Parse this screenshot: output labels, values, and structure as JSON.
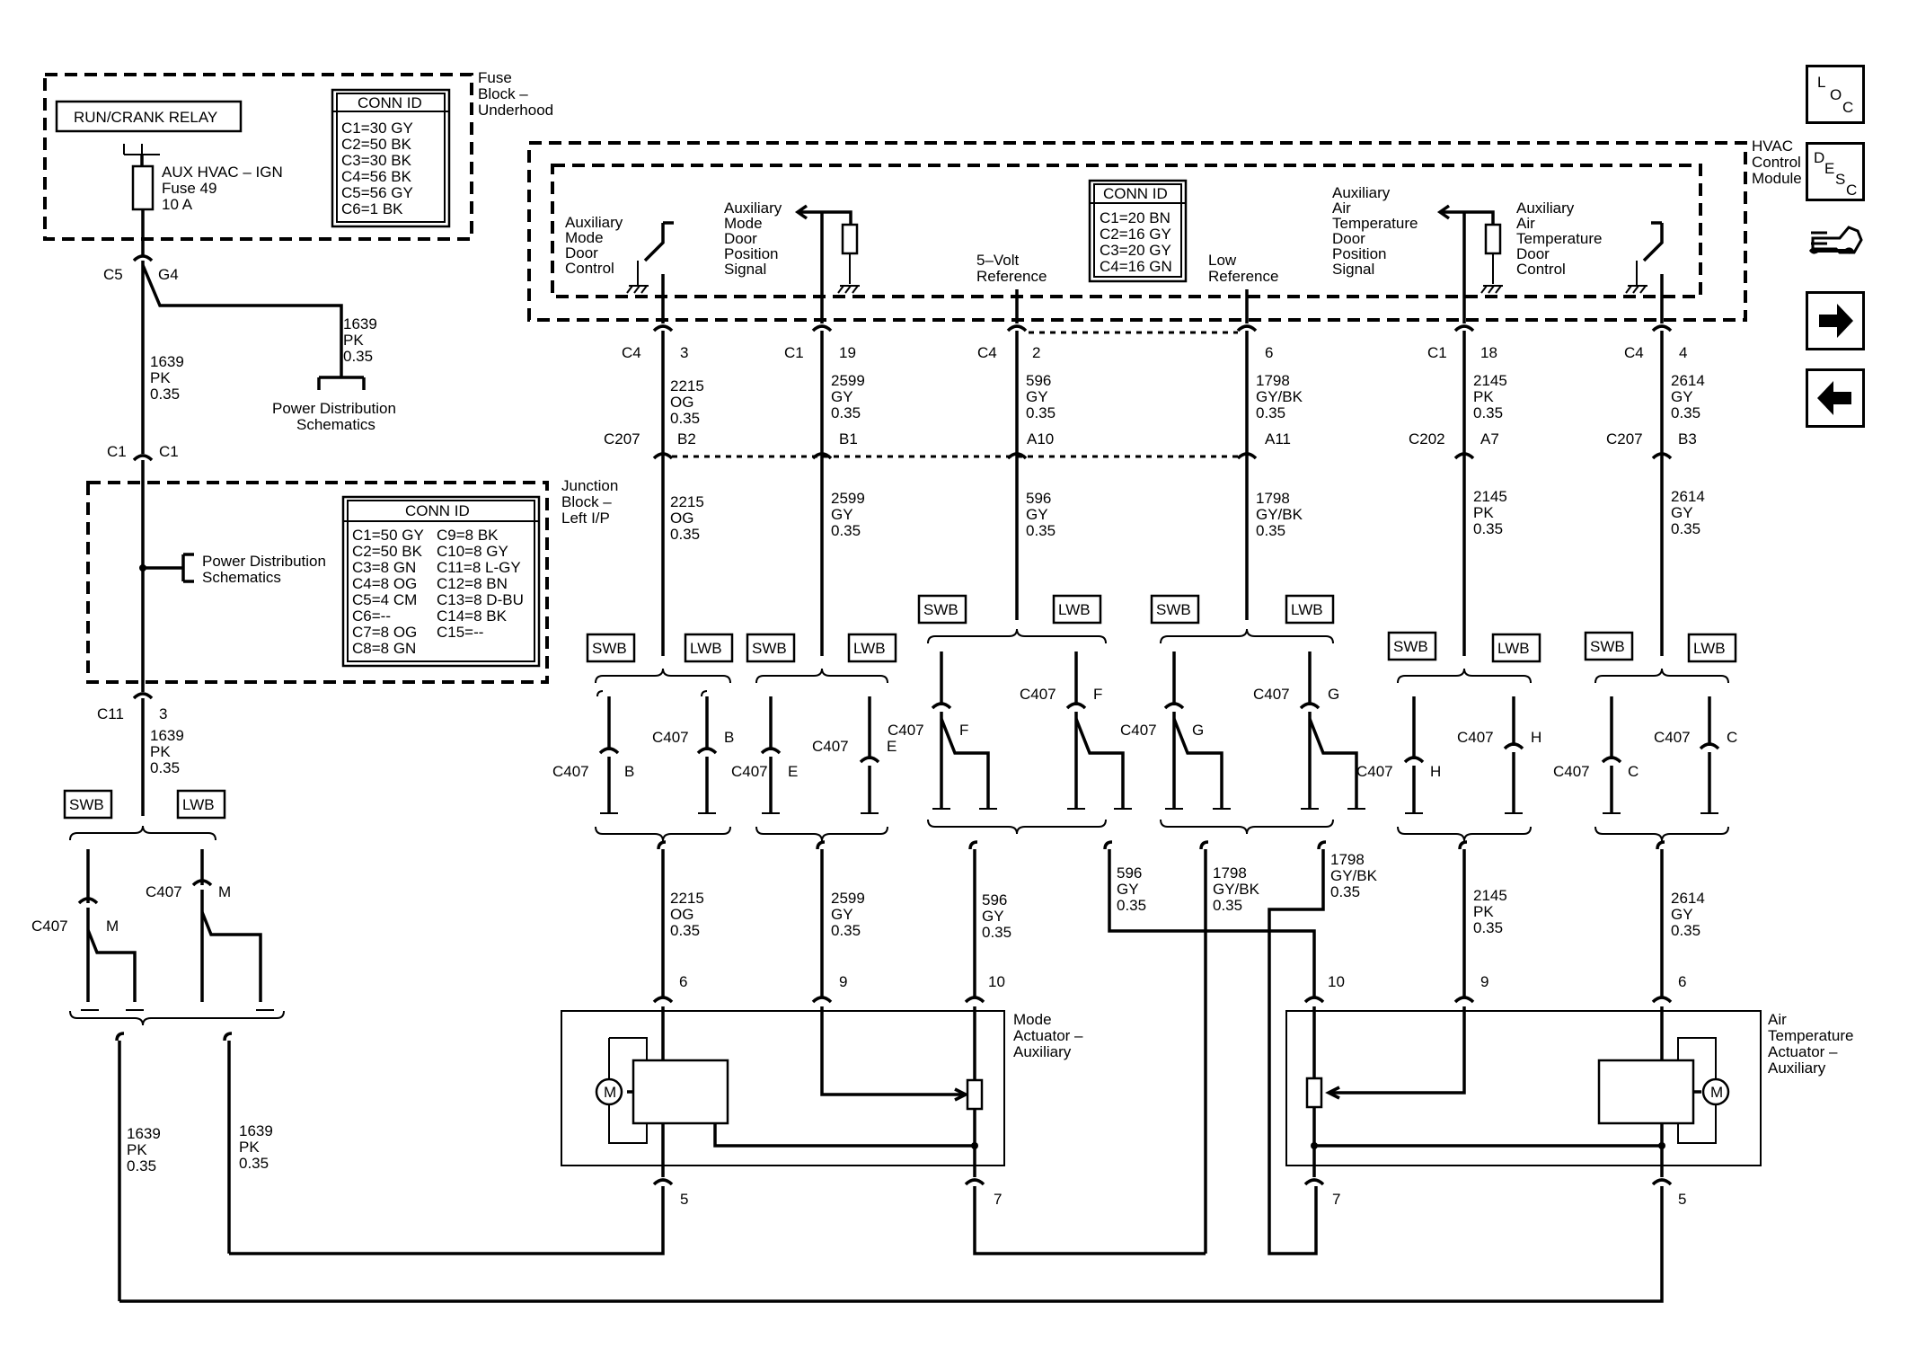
{
  "fuse_block": {
    "title_lines": [
      "Fuse",
      "Block –",
      "Underhood"
    ],
    "relay": "RUN/CRANK RELAY",
    "fuse_lines": [
      "AUX HVAC – IGN",
      "Fuse 49",
      "10 A"
    ],
    "conn_title": "CONN ID",
    "conn_rows": [
      "C1=30 GY",
      "C2=50 BK",
      "C3=30 BK",
      "C4=56 BK",
      "C5=56 GY",
      "C6=1 BK"
    ]
  },
  "hvac_module": {
    "title_lines": [
      "HVAC",
      "Control",
      "Module"
    ],
    "conn_title": "CONN ID",
    "conn_rows": [
      "C1=20 BN",
      "C2=16 GY",
      "C3=20 GY",
      "C4=16 GN"
    ],
    "mode_door_control": [
      "Auxiliary",
      "Mode",
      "Door",
      "Control"
    ],
    "mode_door_position": [
      "Auxiliary",
      "Mode",
      "Door",
      "Position",
      "Signal"
    ],
    "five_volt_ref": [
      "5–Volt",
      "Reference"
    ],
    "low_ref": [
      "Low",
      "Reference"
    ],
    "air_temp_position": [
      "Auxiliary",
      "Air",
      "Temperature",
      "Door",
      "Position",
      "Signal"
    ],
    "air_temp_control": [
      "Auxiliary",
      "Air",
      "Temperature",
      "Door",
      "Control"
    ]
  },
  "junction_block": {
    "title_lines": [
      "Junction",
      "Block –",
      "Left I/P"
    ],
    "conn_title": "CONN ID",
    "conn_rows_left": [
      "C1=50 GY",
      "C2=50 BK",
      "C3=8 GN",
      "C4=8 OG",
      "C5=4 CM",
      "C6=--",
      "C7=8 OG",
      "C8=8 GN"
    ],
    "conn_rows_right": [
      "C9=8 BK",
      "C10=8 GY",
      "C11=8 L-GY",
      "C12=8 BN",
      "C13=8 D-BU",
      "C14=8 BK",
      "C15=--"
    ],
    "power_dist": [
      "Power Distribution",
      "Schematics"
    ]
  },
  "power_dist_top": [
    "Power Distribution",
    "Schematics"
  ],
  "left_branch": {
    "c5": "C5",
    "g4": "G4",
    "wire_1639a": [
      "1639",
      "PK",
      "0.35"
    ],
    "wire_1639b": [
      "1639",
      "PK",
      "0.35"
    ],
    "wire_1639c": [
      "1639",
      "PK",
      "0.35"
    ],
    "c1a": "C1",
    "c1b": "C1",
    "c11": "C11",
    "pin3": "3",
    "swb": "SWB",
    "lwb": "LWB",
    "c407": "C407",
    "m": "M",
    "bottom_wire_left": [
      "1639",
      "PK",
      "0.35"
    ],
    "bottom_wire_right": [
      "1639",
      "PK",
      "0.35"
    ]
  },
  "circuits": [
    {
      "conn": "C4",
      "pin": "3",
      "wire": [
        "2215",
        "OG",
        "0.35"
      ],
      "inline": "C207",
      "inline_pin": "B2",
      "wire2": [
        "2215",
        "OG",
        "0.35"
      ],
      "c407_pin": "B",
      "wire3": [
        "2215",
        "OG",
        "0.35"
      ],
      "act_pin": "6"
    },
    {
      "conn": "C1",
      "pin": "19",
      "wire": [
        "2599",
        "GY",
        "0.35"
      ],
      "inline": "",
      "inline_pin": "B1",
      "wire2": [
        "2599",
        "GY",
        "0.35"
      ],
      "c407_pin": "E",
      "wire3": [
        "2599",
        "GY",
        "0.35"
      ],
      "act_pin": "9"
    },
    {
      "conn": "C4",
      "pin": "2",
      "wire": [
        "596",
        "GY",
        "0.35"
      ],
      "inline": "",
      "inline_pin": "A10",
      "wire2": [
        "596",
        "GY",
        "0.35"
      ],
      "c407_pin": "F",
      "wire3": [
        "596",
        "GY",
        "0.35"
      ],
      "act_pin": "10"
    },
    {
      "conn": "",
      "pin": "6",
      "wire": [
        "1798",
        "GY/BK",
        "0.35"
      ],
      "inline": "",
      "inline_pin": "A11",
      "wire2": [
        "1798",
        "GY/BK",
        "0.35"
      ],
      "c407_pin": "G",
      "wire3": [
        "1798",
        "GY/BK",
        "0.35"
      ],
      "act_pin": ""
    },
    {
      "conn": "C1",
      "pin": "18",
      "wire": [
        "2145",
        "PK",
        "0.35"
      ],
      "inline": "C202",
      "inline_pin": "A7",
      "wire2": [
        "2145",
        "PK",
        "0.35"
      ],
      "c407_pin": "H",
      "wire3": [
        "2145",
        "PK",
        "0.35"
      ],
      "act_pin": "9"
    },
    {
      "conn": "C4",
      "pin": "4",
      "wire": [
        "2614",
        "GY",
        "0.35"
      ],
      "inline": "C207",
      "inline_pin": "B3",
      "wire2": [
        "2614",
        "GY",
        "0.35"
      ],
      "c407_pin": "C",
      "wire3": [
        "2614",
        "GY",
        "0.35"
      ],
      "act_pin": "6"
    }
  ],
  "extra_wires": {
    "w596_mid": [
      "596",
      "GY",
      "0.35"
    ],
    "w1798_mid": [
      "1798",
      "GY/BK",
      "0.35"
    ],
    "w1798_right": [
      "1798",
      "GY/BK",
      "0.35"
    ]
  },
  "mode_actuator": {
    "title_lines": [
      "Mode",
      "Actuator –",
      "Auxiliary"
    ],
    "motor": "M",
    "pin5": "5",
    "pin7": "7"
  },
  "air_actuator": {
    "title_lines": [
      "Air",
      "Temperature",
      "Actuator –",
      "Auxiliary"
    ],
    "motor": "M",
    "pin10": "10",
    "pin5": "5",
    "pin7": "7"
  },
  "c407_label": "C407",
  "swb": "SWB",
  "lwb": "LWB",
  "nav": {
    "loc": [
      "L",
      "O",
      "C"
    ],
    "desc": [
      "D",
      "E",
      "S",
      "C"
    ],
    "tool_icon": "wrench-hand-icon",
    "next_icon": "arrow-right-icon",
    "prev_icon": "arrow-left-icon"
  }
}
